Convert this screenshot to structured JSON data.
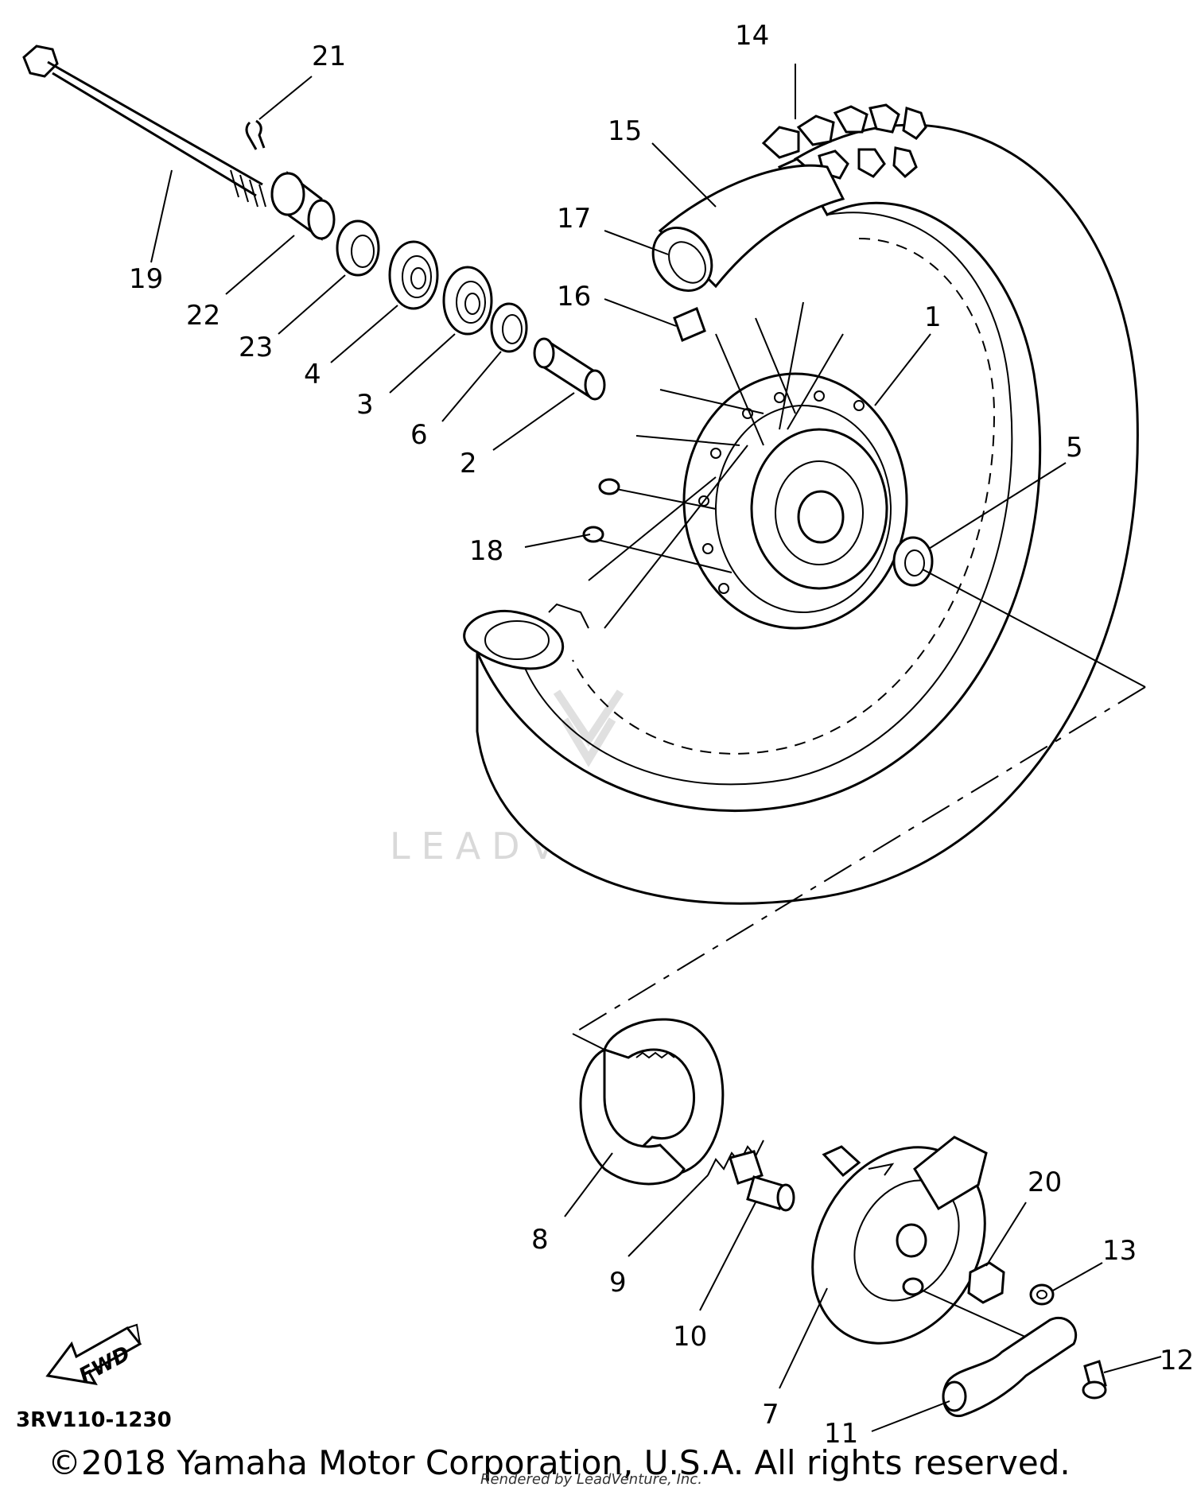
{
  "diagram": {
    "part_numbers": [
      "1",
      "2",
      "3",
      "4",
      "5",
      "6",
      "7",
      "8",
      "9",
      "10",
      "11",
      "12",
      "13",
      "14",
      "15",
      "16",
      "17",
      "18",
      "19",
      "20",
      "21",
      "22",
      "23"
    ],
    "diagram_code": "3RV110-1230",
    "fwd_label": "FWD",
    "watermark": "LEADVENTURE",
    "copyright": "©2018 Yamaha Motor Corporation, U.S.A. All rights reserved.",
    "rendered_by": "Rendered by LeadVenture, Inc."
  }
}
